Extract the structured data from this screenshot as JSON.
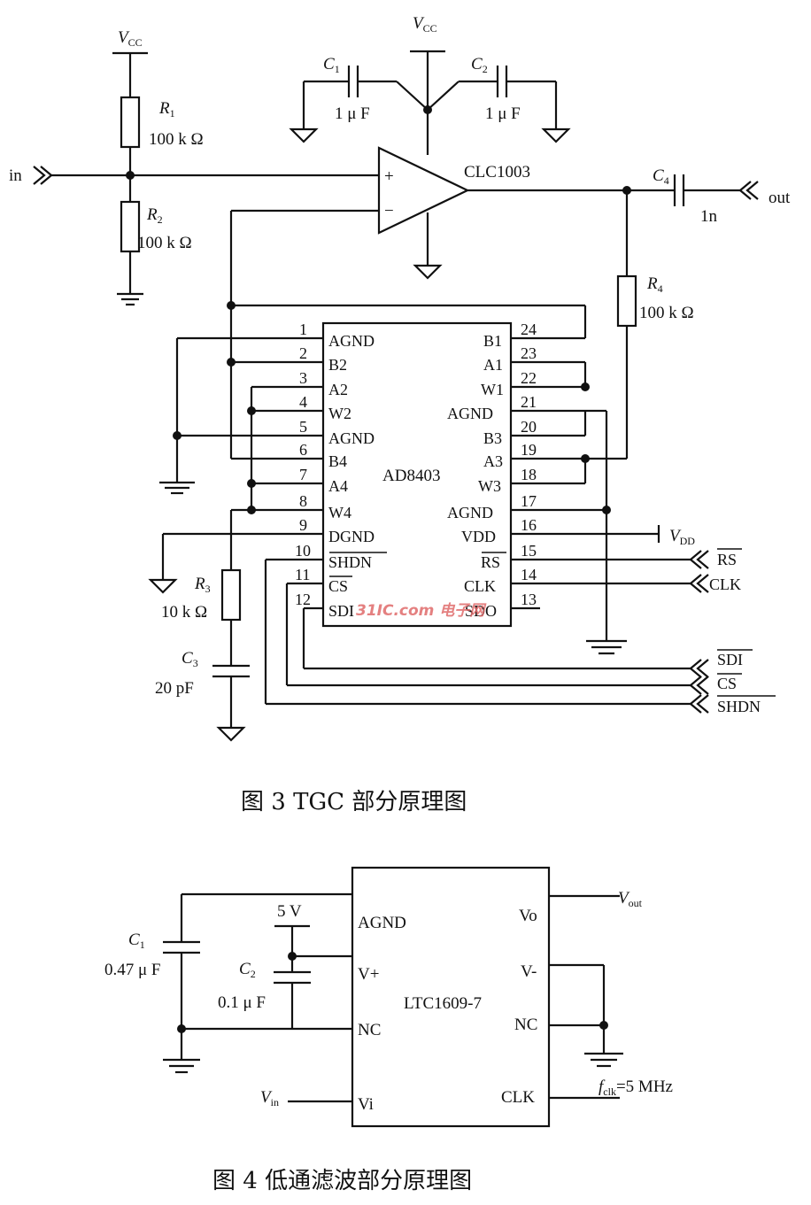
{
  "fig3": {
    "vcc_left": "V",
    "vcc_left_sub": "CC",
    "vcc_top": "V",
    "vcc_top_sub": "CC",
    "r1": "R",
    "r1_sub": "1",
    "r1_val": "100 k Ω",
    "r2": "R",
    "r2_sub": "2",
    "r2_val": "100 k Ω",
    "r3": "R",
    "r3_sub": "3",
    "r3_val": "10 k Ω",
    "r4": "R",
    "r4_sub": "4",
    "r4_val": "100 k Ω",
    "c1": "C",
    "c1_sub": "1",
    "c1_val": "1 μ F",
    "c2": "C",
    "c2_sub": "2",
    "c2_val": "1 μ F",
    "c3": "C",
    "c3_sub": "3",
    "c3_val": "20 pF",
    "c4": "C",
    "c4_sub": "4",
    "c4_val": "1n",
    "in_label": "in",
    "out_label": "out",
    "opamp": "CLC1003",
    "opamp_plus": "+",
    "opamp_minus": "−",
    "chip": "AD8403",
    "vdd": "V",
    "vdd_sub": "DD",
    "left_pins": [
      {
        "num": "1",
        "name": "AGND"
      },
      {
        "num": "2",
        "name": "B2"
      },
      {
        "num": "3",
        "name": "A2"
      },
      {
        "num": "4",
        "name": "W2"
      },
      {
        "num": "5",
        "name": "AGND"
      },
      {
        "num": "6",
        "name": "B4"
      },
      {
        "num": "7",
        "name": "A4"
      },
      {
        "num": "8",
        "name": "W4"
      },
      {
        "num": "9",
        "name": "DGND"
      },
      {
        "num": "10",
        "name": "SHDN"
      },
      {
        "num": "11",
        "name": "CS"
      },
      {
        "num": "12",
        "name": "SDI"
      }
    ],
    "right_pins": [
      {
        "num": "24",
        "name": "B1"
      },
      {
        "num": "23",
        "name": "A1"
      },
      {
        "num": "22",
        "name": "W1"
      },
      {
        "num": "21",
        "name": "AGND"
      },
      {
        "num": "20",
        "name": "B3"
      },
      {
        "num": "19",
        "name": "A3"
      },
      {
        "num": "18",
        "name": "W3"
      },
      {
        "num": "17",
        "name": "AGND"
      },
      {
        "num": "16",
        "name": "VDD"
      },
      {
        "num": "15",
        "name": "RS"
      },
      {
        "num": "14",
        "name": "CLK"
      },
      {
        "num": "13",
        "name": "SDO"
      }
    ],
    "sig_rs": "RS",
    "sig_clk": "CLK",
    "sig_sdi": "SDI",
    "sig_cs": "CS",
    "sig_shdn": "SHDN",
    "watermark": "31IC.com 电子网",
    "caption": "图 3   TGC 部分原理图"
  },
  "fig4": {
    "c1": "C",
    "c1_sub": "1",
    "c1_val": "0.47 μ F",
    "c2": "C",
    "c2_sub": "2",
    "c2_val": "0.1 μ F",
    "v5": "5 V",
    "chip": "LTC1609-7",
    "pin_agnd": "AGND",
    "pin_vplus": "V+",
    "pin_nc_l": "NC",
    "pin_vi": "Vi",
    "pin_vo": "Vo",
    "pin_vminus": "V-",
    "pin_nc_r": "NC",
    "pin_clk": "CLK",
    "vout": "V",
    "vout_sub": "out",
    "vin": "V",
    "vin_sub": "in",
    "fclk": "f",
    "fclk_sub": "clk",
    "fclk_val": "=5 MHz",
    "caption": "图 4   低通滤波部分原理图"
  }
}
